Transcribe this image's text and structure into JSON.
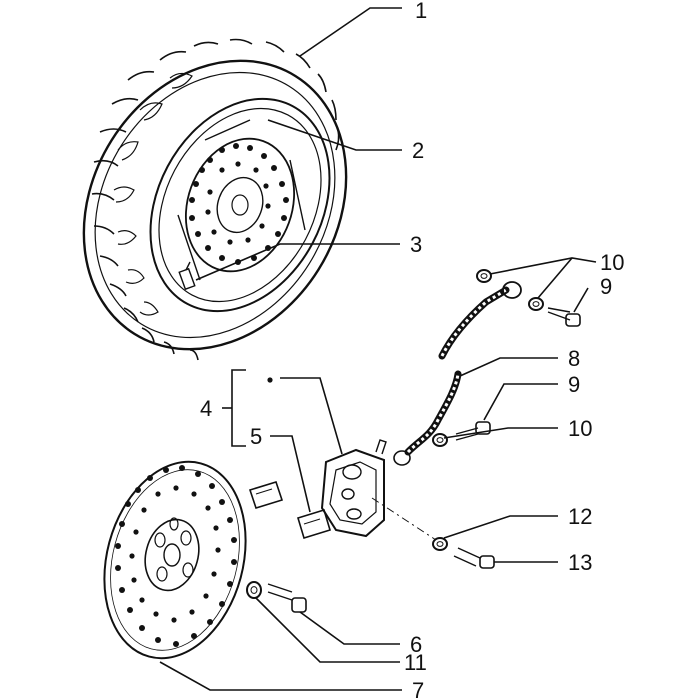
{
  "callouts": {
    "c1": "1",
    "c2": "2",
    "c3": "3",
    "c4": "4",
    "c5": "5",
    "c6": "6",
    "c7": "7",
    "c8": "8",
    "c9a": "9",
    "c9b": "9",
    "c10a": "10",
    "c10b": "10",
    "c11": "11",
    "c12": "12",
    "c13": "13"
  },
  "colors": {
    "ink": "#111111",
    "paper": "#ffffff"
  }
}
